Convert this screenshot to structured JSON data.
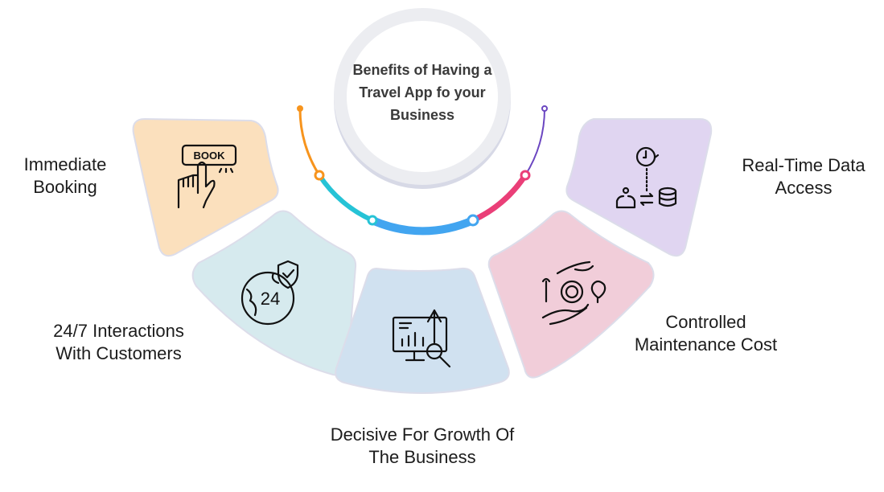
{
  "title": "Benefits of Having a Travel App fo your Business",
  "benefits": [
    {
      "label_line1": "Immediate",
      "label_line2": "Booking",
      "icon": "book-button-hand-icon",
      "color": "#FBE0BD",
      "icon_text": "BOOK"
    },
    {
      "label_line1": "24/7 Interactions",
      "label_line2": "With Customers",
      "icon": "24-hour-globe-shield-icon",
      "color": "#D6EAEE",
      "icon_text": "24"
    },
    {
      "label_line1": "Decisive For Growth Of",
      "label_line2": "The Business",
      "icon": "growth-analytics-monitor-icon",
      "color": "#D0E1F0"
    },
    {
      "label_line1": "Controlled",
      "label_line2": "Maintenance Cost",
      "icon": "cost-control-hands-gear-icon",
      "color": "#F1CDD9"
    },
    {
      "label_line1": "Real-Time Data",
      "label_line2": "Access",
      "icon": "realtime-data-sync-icon",
      "color": "#E0D5F1"
    }
  ],
  "arc_colors": [
    "#F7941D",
    "#26C3D6",
    "#42A5F0",
    "#EA3F78",
    "#6B46C1"
  ]
}
